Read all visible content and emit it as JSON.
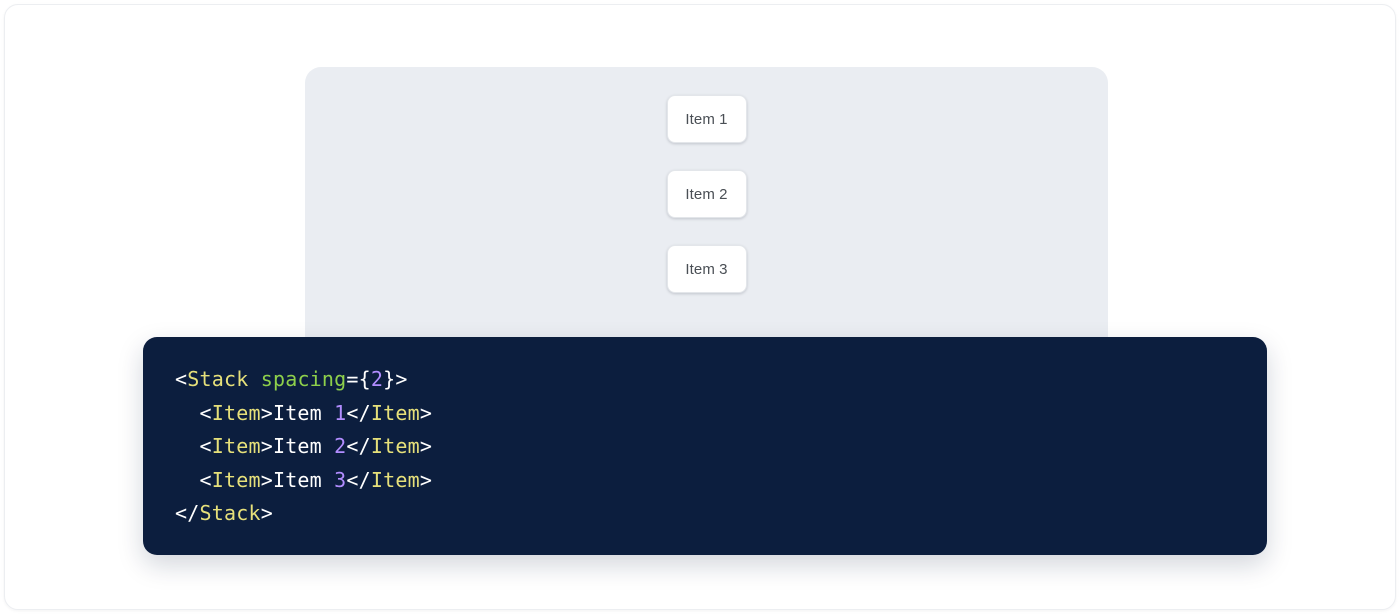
{
  "colors": {
    "page_background": "#ffffff",
    "preview_panel_background": "#eaedf2",
    "item_card_background": "#ffffff",
    "item_card_border": "#e3e6ea",
    "item_text": "#4a4f55",
    "code_background": "#0c1e3e",
    "code_punctuation": "#ffffff",
    "code_tag_name": "#e6e07a",
    "code_attribute": "#8ed04b",
    "code_number": "#b28dff",
    "code_text": "#ffffff"
  },
  "preview": {
    "component": "Stack",
    "items": [
      {
        "label": "Item 1"
      },
      {
        "label": "Item 2"
      },
      {
        "label": "Item 3"
      }
    ]
  },
  "code": {
    "language": "jsx",
    "lines": [
      {
        "indent": "",
        "tokens": [
          {
            "t": "<",
            "k": "punct"
          },
          {
            "t": "Stack",
            "k": "tag"
          },
          {
            "t": " ",
            "k": "punct"
          },
          {
            "t": "spacing",
            "k": "attr"
          },
          {
            "t": "={",
            "k": "punct"
          },
          {
            "t": "2",
            "k": "num"
          },
          {
            "t": "}>",
            "k": "punct"
          }
        ]
      },
      {
        "indent": "  ",
        "tokens": [
          {
            "t": "<",
            "k": "punct"
          },
          {
            "t": "Item",
            "k": "tag"
          },
          {
            "t": ">",
            "k": "punct"
          },
          {
            "t": "Item ",
            "k": "text"
          },
          {
            "t": "1",
            "k": "num"
          },
          {
            "t": "</",
            "k": "punct"
          },
          {
            "t": "Item",
            "k": "tag"
          },
          {
            "t": ">",
            "k": "punct"
          }
        ]
      },
      {
        "indent": "  ",
        "tokens": [
          {
            "t": "<",
            "k": "punct"
          },
          {
            "t": "Item",
            "k": "tag"
          },
          {
            "t": ">",
            "k": "punct"
          },
          {
            "t": "Item ",
            "k": "text"
          },
          {
            "t": "2",
            "k": "num"
          },
          {
            "t": "</",
            "k": "punct"
          },
          {
            "t": "Item",
            "k": "tag"
          },
          {
            "t": ">",
            "k": "punct"
          }
        ]
      },
      {
        "indent": "  ",
        "tokens": [
          {
            "t": "<",
            "k": "punct"
          },
          {
            "t": "Item",
            "k": "tag"
          },
          {
            "t": ">",
            "k": "punct"
          },
          {
            "t": "Item ",
            "k": "text"
          },
          {
            "t": "3",
            "k": "num"
          },
          {
            "t": "</",
            "k": "punct"
          },
          {
            "t": "Item",
            "k": "tag"
          },
          {
            "t": ">",
            "k": "punct"
          }
        ]
      },
      {
        "indent": "",
        "tokens": [
          {
            "t": "</",
            "k": "punct"
          },
          {
            "t": "Stack",
            "k": "tag"
          },
          {
            "t": ">",
            "k": "punct"
          }
        ]
      }
    ]
  }
}
